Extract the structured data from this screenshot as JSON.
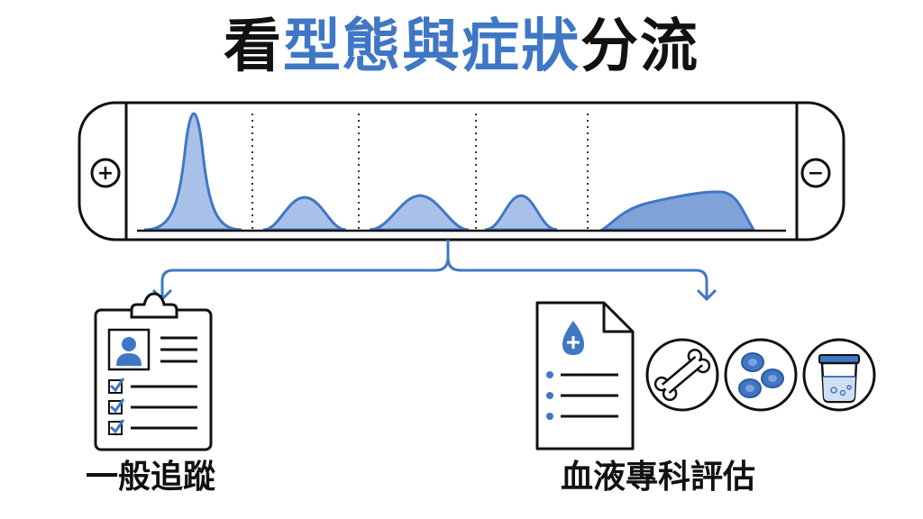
{
  "title": {
    "part1": "看",
    "part2": "型態與症狀",
    "part3": "分流"
  },
  "colors": {
    "accent": "#3f77c5",
    "accent_light": "#a9c1e8",
    "ink": "#111111"
  },
  "gel": {
    "left_sign": "+",
    "right_sign": "−",
    "peak_count": 5
  },
  "branches": {
    "left_label": "一般追蹤",
    "right_label": "血液專科評估"
  },
  "icons": {
    "left": [
      "clipboard-icon",
      "person-icon",
      "checkbox-icon"
    ],
    "right": [
      "blood-report-icon",
      "bone-icon",
      "blood-cells-icon",
      "urine-cup-icon"
    ]
  }
}
